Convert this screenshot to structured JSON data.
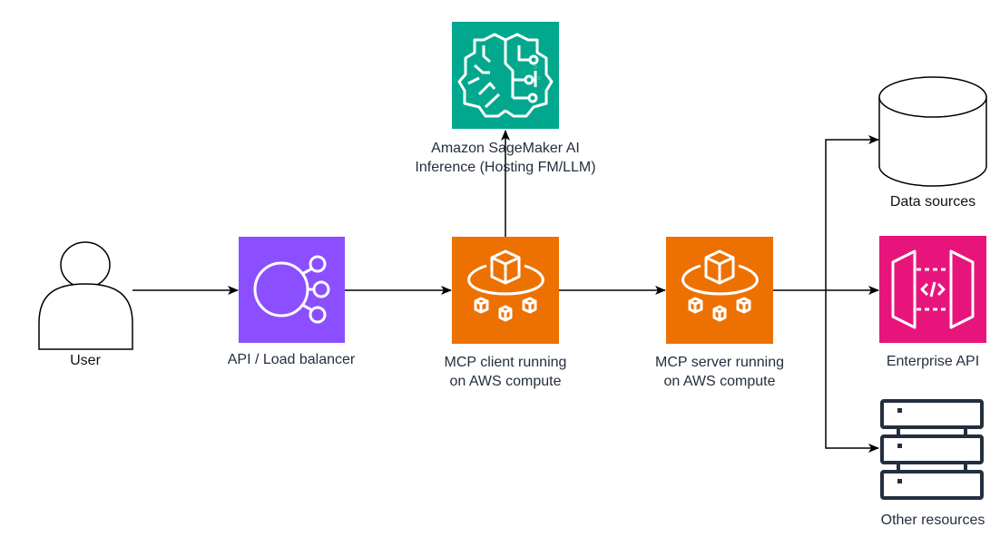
{
  "diagram": {
    "colors": {
      "sagemaker": "#01a88d",
      "load_balancer": "#8c4fff",
      "compute": "#ed7100",
      "enterprise_api": "#e7157b",
      "server_stack": "#232f3e",
      "line": "#000000",
      "label": "#232f3e"
    },
    "nodes": {
      "user": {
        "label": "User",
        "icon": "user-icon"
      },
      "load_balancer": {
        "label": "API / Load balancer",
        "icon": "elastic-load-balancer-icon"
      },
      "mcp_client": {
        "label_line1": "MCP client running",
        "label_line2": "on AWS compute",
        "icon": "compute-cubes-icon"
      },
      "sagemaker": {
        "label_line1": "Amazon SageMaker AI",
        "label_line2": "Inference (Hosting FM/LLM)",
        "icon": "sagemaker-brain-icon"
      },
      "mcp_server": {
        "label_line1": "MCP server running",
        "label_line2": "on AWS compute",
        "icon": "compute-cubes-icon"
      },
      "data_sources": {
        "label": "Data sources",
        "icon": "database-cylinder-icon"
      },
      "enterprise_api": {
        "label": "Enterprise API",
        "icon": "api-gateway-icon"
      },
      "other_resources": {
        "label": "Other resources",
        "icon": "server-stack-icon"
      }
    },
    "edges": [
      {
        "from": "user",
        "to": "load_balancer"
      },
      {
        "from": "load_balancer",
        "to": "mcp_client"
      },
      {
        "from": "mcp_client",
        "to": "sagemaker"
      },
      {
        "from": "mcp_client",
        "to": "mcp_server"
      },
      {
        "from": "mcp_server",
        "to": "data_sources"
      },
      {
        "from": "mcp_server",
        "to": "enterprise_api"
      },
      {
        "from": "mcp_server",
        "to": "other_resources"
      }
    ]
  }
}
